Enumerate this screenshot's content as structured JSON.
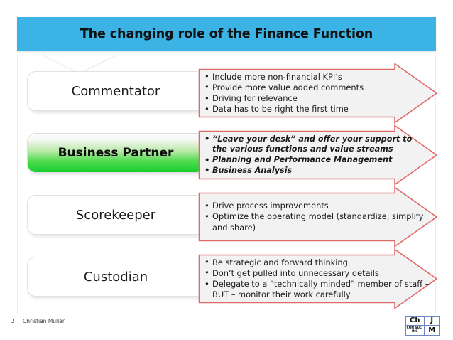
{
  "slide": {
    "title": "The changing role of the Finance Function",
    "accent_color": "#3bb3e4",
    "arrow_border_color": "#e06a6a",
    "arrow_fill_color": "#f2f2f2",
    "highlight_color": "#18cf2f"
  },
  "rows": [
    {
      "label": "Commentator",
      "highlighted": false,
      "bullets": [
        "Include more non-financial KPI’s",
        "Provide more value added comments",
        "Driving for relevance",
        "Data has to be right the first time"
      ]
    },
    {
      "label": "Business Partner",
      "highlighted": true,
      "bullets": [
        "“Leave your desk” and offer your support to the various functions and value streams",
        "Planning and Performance Management",
        "Business Analysis"
      ]
    },
    {
      "label": "Scorekeeper",
      "highlighted": false,
      "bullets": [
        "Drive process improvements",
        "Optimize the operating model (standardize, simplify and share)"
      ]
    },
    {
      "label": "Custodian",
      "highlighted": false,
      "bullets": [
        "Be strategic and forward thinking",
        "Don’t get pulled into unnecessary details",
        "Delegate to a ”technically minded” member of staff – BUT – monitor their work carefully"
      ]
    }
  ],
  "footer": {
    "page_number": "2",
    "author": "Christian Müller"
  },
  "logo": {
    "cell_top_left": "Ch",
    "cell_top_right": "J",
    "cell_bottom_left": "CON SULT ING",
    "cell_bottom_right": "M"
  }
}
